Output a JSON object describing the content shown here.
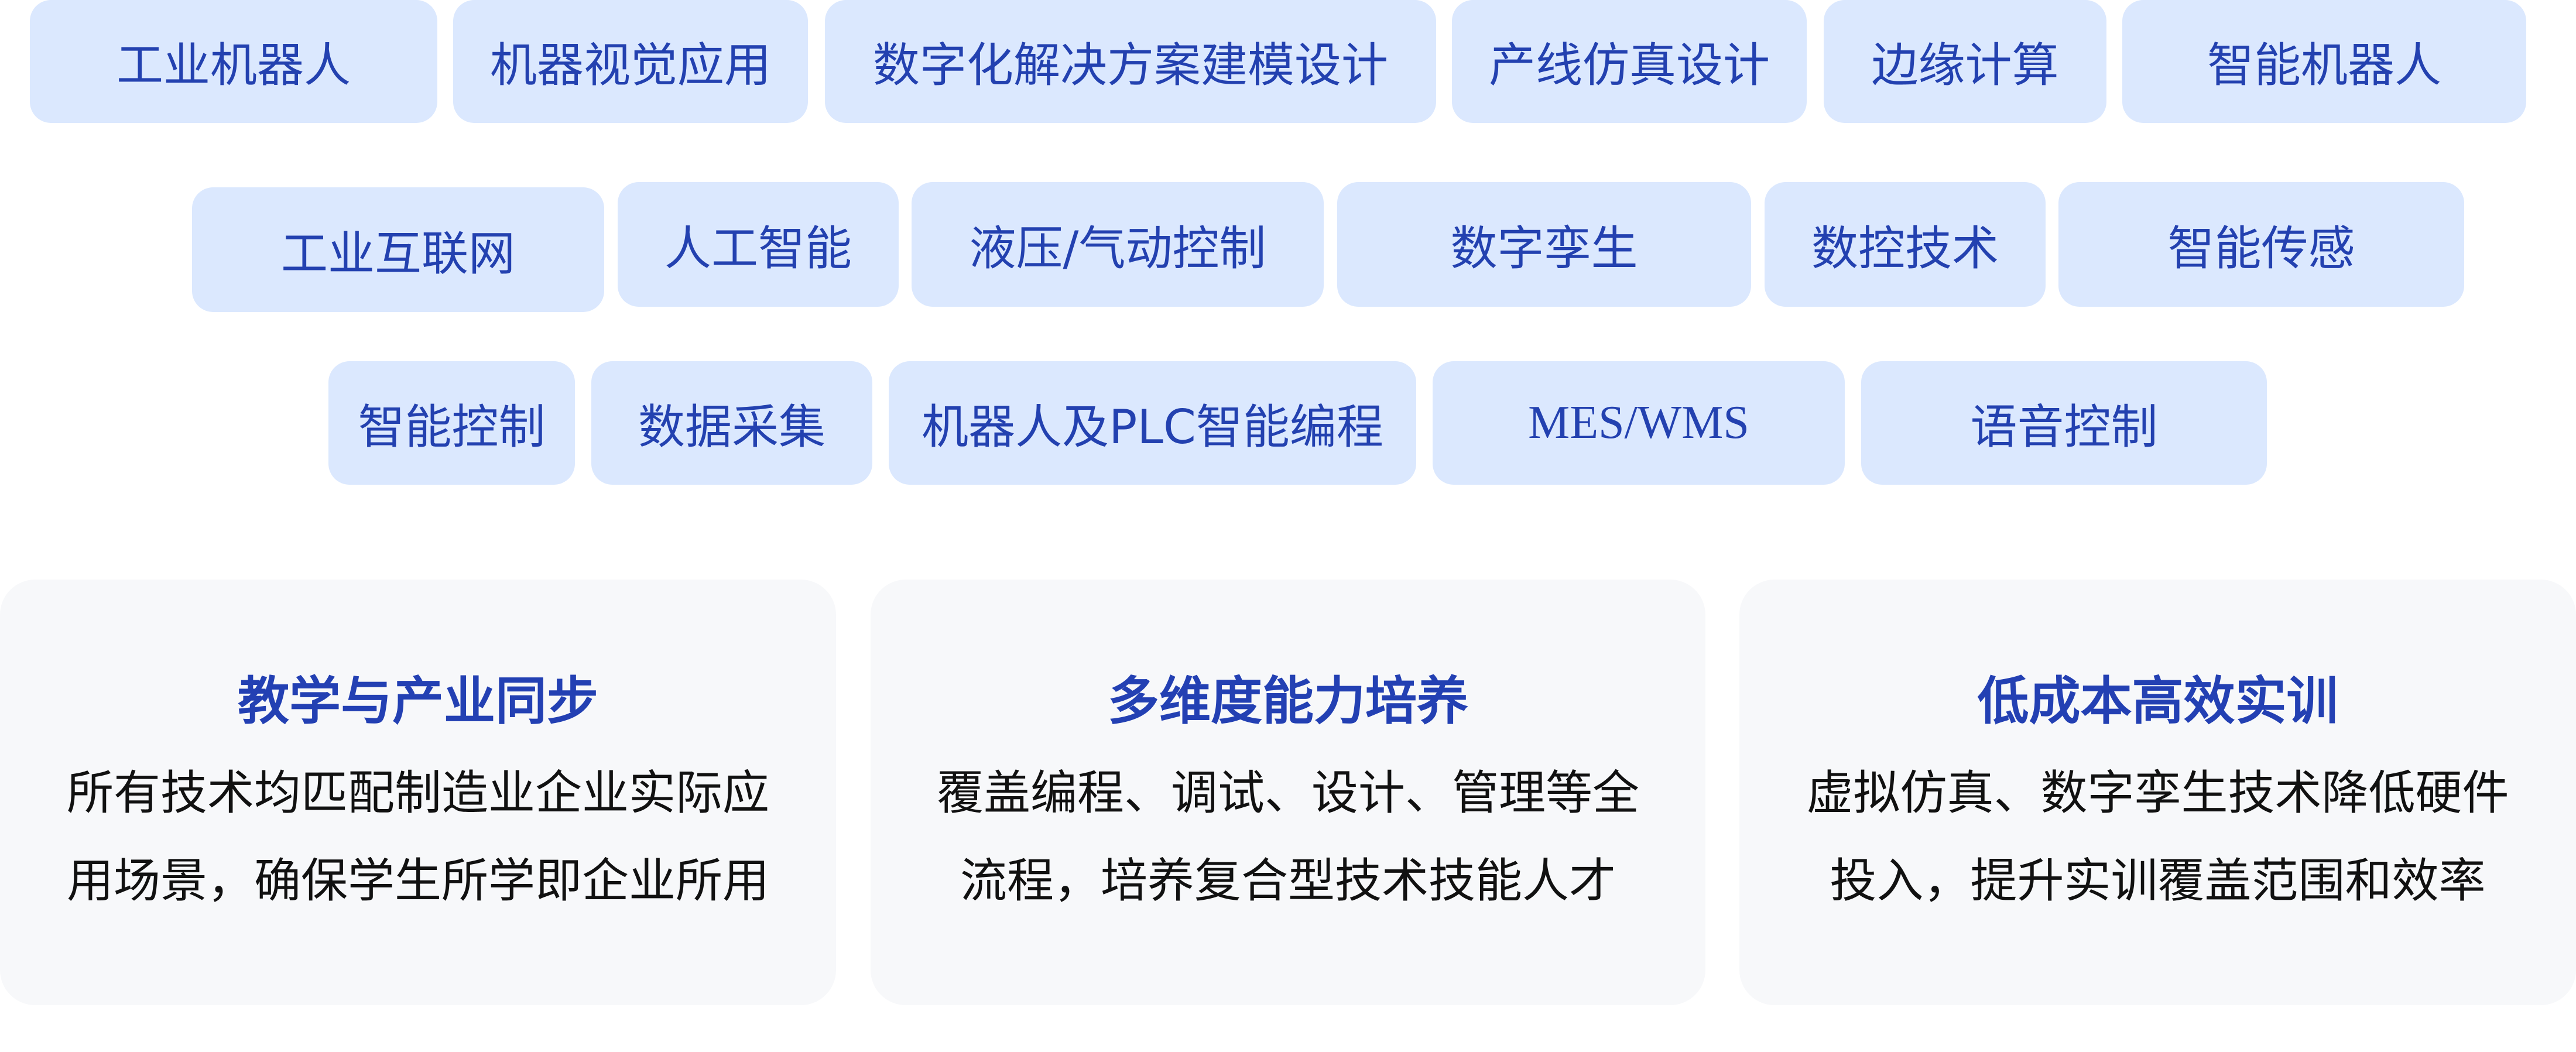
{
  "tags": [
    "工业机器人",
    "机器视觉应用",
    "数字化解决方案建模设计",
    "产线仿真设计",
    "边缘计算",
    "智能机器人",
    "工业互联网",
    "人工智能",
    "液压/气动控制",
    "数字孪生",
    "数控技术",
    "智能传感",
    "智能控制",
    "数据采集",
    "机器人及PLC智能编程",
    "MES/WMS",
    "语音控制"
  ],
  "cards": [
    {
      "title": "教学与产业同步",
      "body": "所有技术均匹配制造业企业实际应用场景，确保学生所学即企业所用"
    },
    {
      "title": "多维度能力培养",
      "body": "覆盖编程、调试、设计、管理等全流程，培养复合型技术技能人才"
    },
    {
      "title": "低成本高效实训",
      "body": "虚拟仿真、数字孪生技术降低硬件投入，提升实训覆盖范围和效率"
    }
  ],
  "colors": {
    "accent": "#2341b0",
    "tag_bg": "#dbe8fe",
    "card_bg": "#f7f8fa"
  }
}
